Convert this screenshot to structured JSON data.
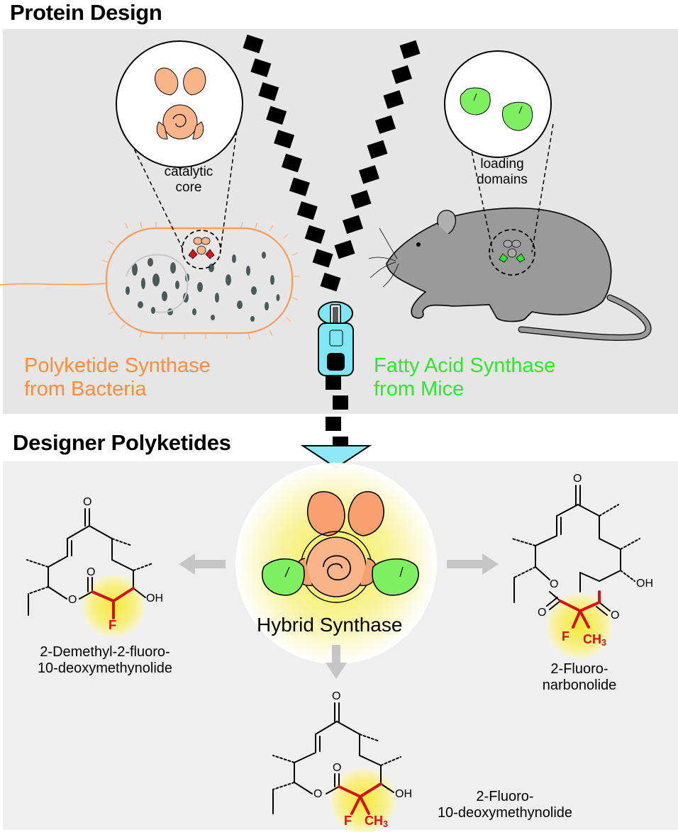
{
  "headings": {
    "protein_design": "Protein Design",
    "designer_polyketides": "Designer Polyketides"
  },
  "inset_labels": {
    "catalytic_line1": "catalytic",
    "catalytic_line2": "core",
    "loading_line1": "loading",
    "loading_line2": "domains"
  },
  "sources": {
    "pks_line1": "Polyketide Synthase",
    "pks_line2": "from Bacteria",
    "fas_line1": "Fatty Acid Synthase",
    "fas_line2": "from Mice"
  },
  "center_label": "Hybrid Synthase",
  "products": {
    "left_line1": "2-Demethyl-2-fluoro-",
    "left_line2": "10-deoxymethynolide",
    "right_line1": "2-Fluoro-",
    "right_line2": "narbonolide",
    "bottom_line1": "2-Fluoro-",
    "bottom_line2": "10-deoxymethynolide"
  },
  "atoms": {
    "oxygen": "O",
    "hydroxyl": "OH",
    "fluorine": "F",
    "methyl_main": "CH",
    "methyl_sub": "3"
  },
  "colors": {
    "panel_gray": "#e6e6e6",
    "orange": "#ff8c3a",
    "green": "#2ee82e",
    "cyan": "#7fe6f5",
    "red": "#d6101a",
    "mouse_gray": "#9a9a9a",
    "highlight_yellow": "#f7f06a"
  }
}
